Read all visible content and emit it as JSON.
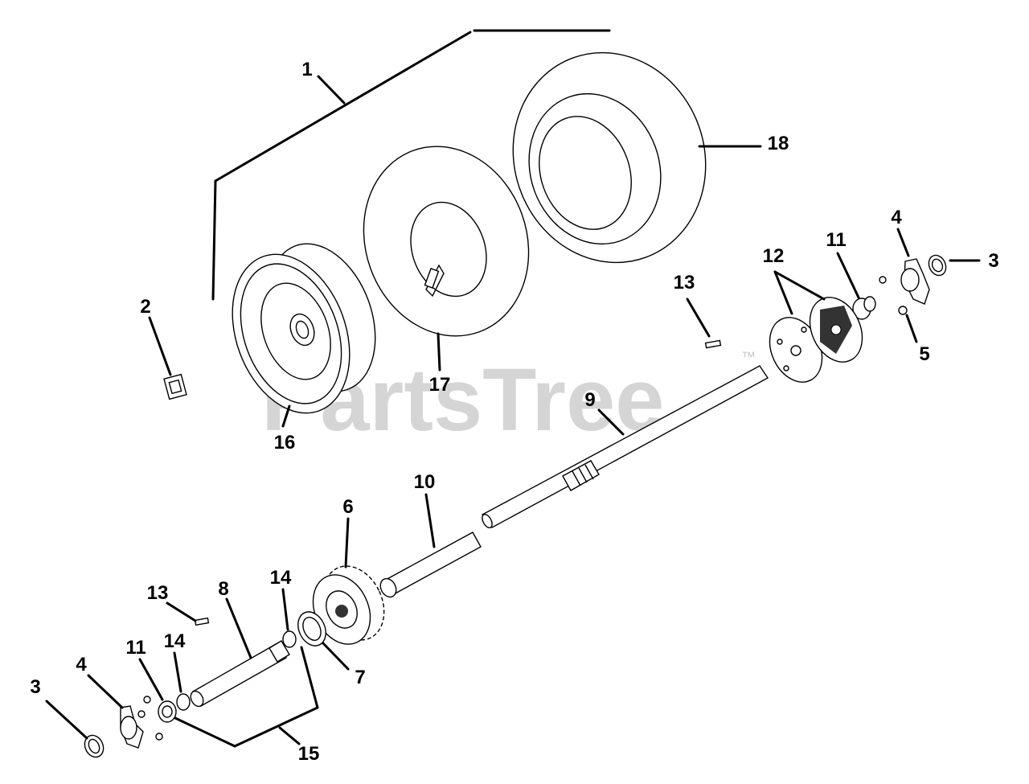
{
  "watermark": {
    "text": "PartsTree",
    "trademark": "™"
  },
  "callouts": [
    "1",
    "2",
    "3",
    "4",
    "5",
    "6",
    "7",
    "8",
    "9",
    "10",
    "11",
    "12",
    "13",
    "14",
    "15",
    "16",
    "17",
    "18"
  ],
  "left_callouts": {
    "n3": "3",
    "n4": "4",
    "n11": "11",
    "n14a": "14",
    "n13": "13",
    "n8": "8",
    "n14b": "14"
  }
}
